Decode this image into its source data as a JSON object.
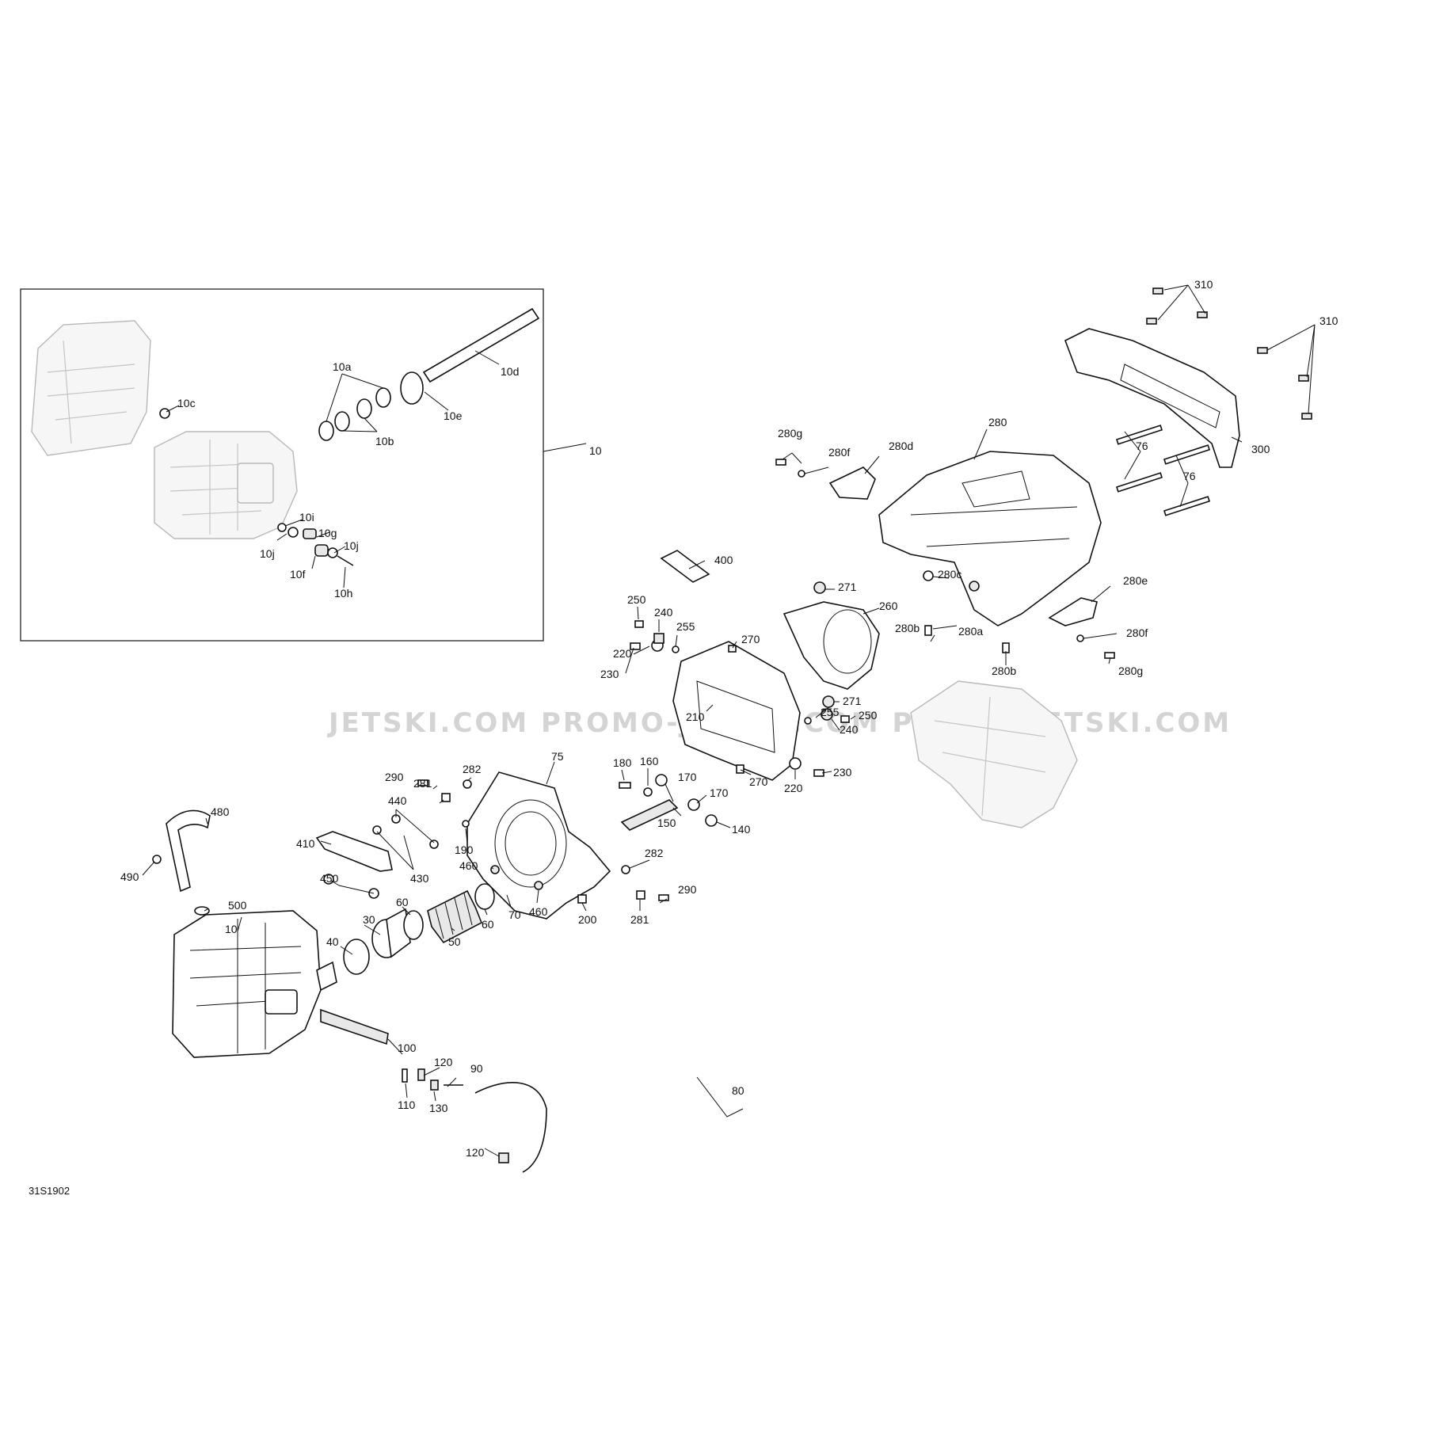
{
  "diagram": {
    "document_code": "31S1902",
    "watermark": "JETSKI.COM PROMO-JETSKI.COM PROMO-JETSKI.COM",
    "callouts": {
      "c10_box": "10",
      "c10a": "10a",
      "c10b": "10b",
      "c10c": "10c",
      "c10d": "10d",
      "c10e": "10e",
      "c10f": "10f",
      "c10g": "10g",
      "c10h": "10h",
      "c10i": "10i",
      "c10j_left": "10j",
      "c10j_right": "10j",
      "c10_main": "10",
      "c30": "30",
      "c40": "40",
      "c50": "50",
      "c60_a": "60",
      "c60_b": "60",
      "c70": "70",
      "c75": "75",
      "c76_a": "76",
      "c76_b": "76",
      "c80": "80",
      "c90": "90",
      "c100": "100",
      "c110": "110",
      "c120_a": "120",
      "c120_b": "120",
      "c130": "130",
      "c140": "140",
      "c150": "150",
      "c160": "160",
      "c170_a": "170",
      "c170_b": "170",
      "c180": "180",
      "c190": "190",
      "c200": "200",
      "c210": "210",
      "c220_a": "220",
      "c220_b": "220",
      "c230_a": "230",
      "c230_b": "230",
      "c240_a": "240",
      "c240_b": "240",
      "c250_a": "250",
      "c250_b": "250",
      "c255_a": "255",
      "c255_b": "255",
      "c260": "260",
      "c270_a": "270",
      "c270_b": "270",
      "c271_a": "271",
      "c271_b": "271",
      "c280": "280",
      "c280a": "280a",
      "c280b_a": "280b",
      "c280b_b": "280b",
      "c280c": "280c",
      "c280d": "280d",
      "c280e": "280e",
      "c280f_a": "280f",
      "c280f_b": "280f",
      "c280g_a": "280g",
      "c280g_b": "280g",
      "c281_a": "281",
      "c281_b": "281",
      "c282_a": "282",
      "c282_b": "282",
      "c290_a": "290",
      "c290_b": "290",
      "c300": "300",
      "c310_a": "310",
      "c310_b": "310",
      "c400": "400",
      "c410": "410",
      "c430": "430",
      "c440": "440",
      "c450": "450",
      "c460_a": "460",
      "c460_b": "460",
      "c480": "480",
      "c490": "490",
      "c500": "500"
    }
  }
}
